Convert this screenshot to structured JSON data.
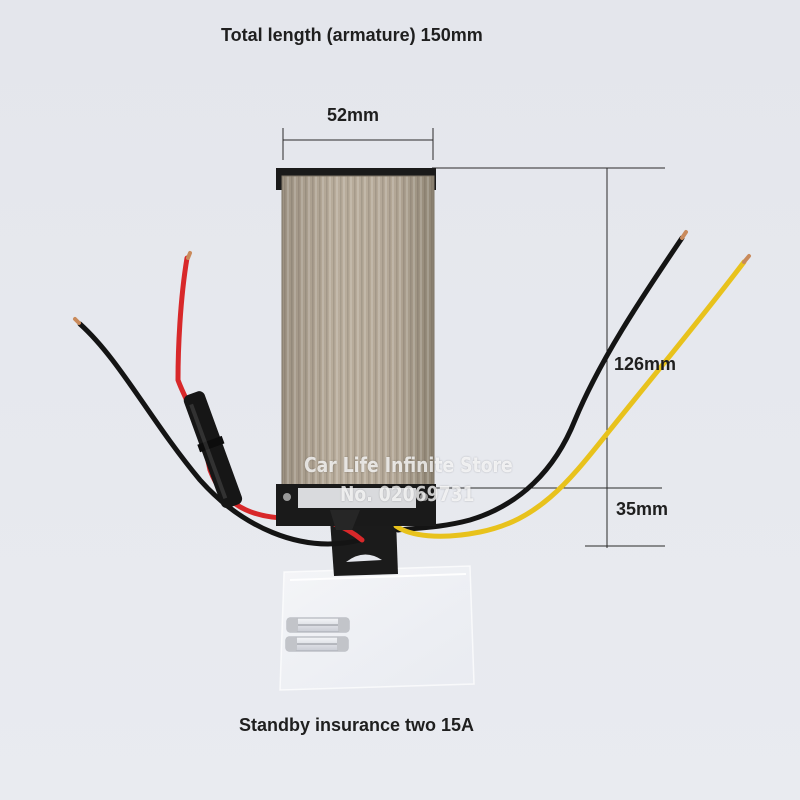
{
  "labels": {
    "total_length": "Total length (armature)  150mm",
    "width": "52mm",
    "body_height": "126mm",
    "bracket_height": "35mm",
    "spare_fuses": "Standby insurance two 15A"
  },
  "watermark": {
    "line1": "Car Life Infinite Store",
    "line2": "No. 02069731"
  },
  "colors": {
    "background": "#e6e8ee",
    "housing": "#b2a694",
    "red_wire": "#d8282a",
    "black_wire": "#141414",
    "yellow_wire": "#e8c21c",
    "dimension_line": "#2a2a2a"
  }
}
